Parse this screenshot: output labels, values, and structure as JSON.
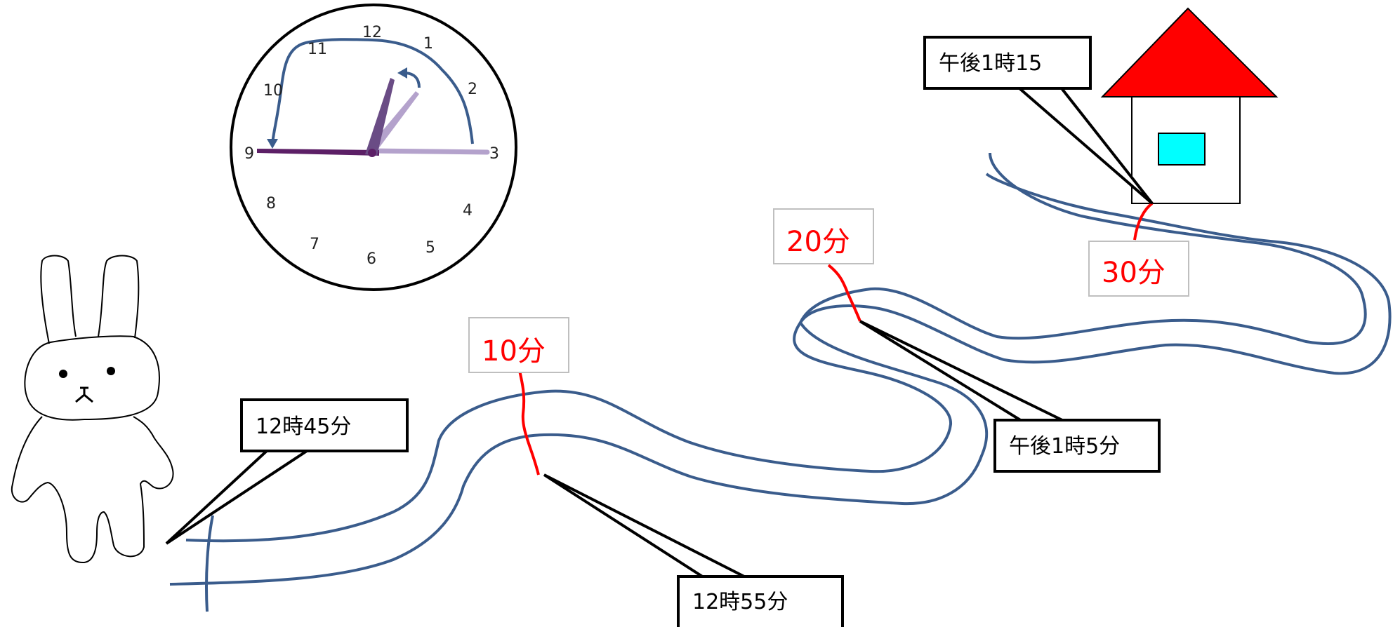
{
  "clock": {
    "numbers": [
      "12",
      "1",
      "2",
      "3",
      "4",
      "5",
      "6",
      "7",
      "8",
      "9",
      "10",
      "11"
    ]
  },
  "callouts": {
    "start_time": "12時45分",
    "time_1": "12時55分",
    "time_2": "午後1時5分",
    "arrival_time": "午後1時15"
  },
  "elapsed": {
    "m10": "10分",
    "m20": "20分",
    "m30": "30分"
  },
  "colors": {
    "road": "#3a5c8c",
    "marker": "#ff0000",
    "roof": "#ff0000",
    "window": "#00ffff",
    "hand_dark": "#5c1f66",
    "hand_mid": "#6a4c85",
    "hand_light": "#b4a2cc"
  }
}
